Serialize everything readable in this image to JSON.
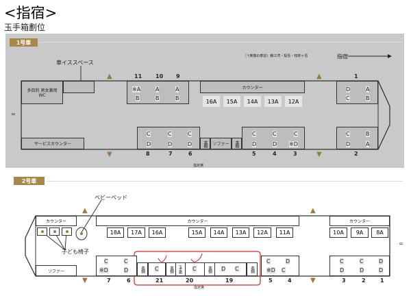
{
  "document": {
    "title": "<指宿>",
    "subtitle": "玉手箱劃位"
  },
  "car1": {
    "label": "1号車",
    "window_note": "（↑席側の車窓）錦江湾・桜島・知林ヶ島",
    "destination": "指宿",
    "wheelchair_space": "車イススペース",
    "wc": "多目的 男女兼用WC",
    "counter": "カウンター",
    "service_counter": "サービスカウンター",
    "sofa": "ソファー",
    "bookshelf": "本棚",
    "coupler": "=",
    "footer": "指定席",
    "top_numbers": [
      "11",
      "10",
      "9",
      "1"
    ],
    "top_seats": [
      "※A",
      "A",
      "A",
      "B",
      "B",
      "B",
      "D",
      "A",
      "C",
      "B"
    ],
    "counter_seats": [
      "16A",
      "15A",
      "14A",
      "13A",
      "12A"
    ],
    "bottom_seats": [
      "C",
      "C",
      "C",
      "D",
      "D",
      "D",
      "C",
      "C",
      "C",
      "D",
      "D",
      "※D",
      "C",
      "B",
      "D",
      "A"
    ],
    "bottom_numbers": [
      "8",
      "7",
      "6",
      "5",
      "4",
      "3",
      "2"
    ]
  },
  "car2": {
    "label": "2号車",
    "baby_bed": "ベビーベッド",
    "child_seat": "子ども椅子",
    "counter": "カウンター",
    "sofa": "ソファー",
    "bookshelf": "本棚",
    "tamatebako": "玉手箱",
    "coupler": "=",
    "footer": "指定席",
    "counter_seats": [
      "18A",
      "17A",
      "16A",
      "15A",
      "14A",
      "13A",
      "12A",
      "11A",
      "10A",
      "9A",
      "8A"
    ],
    "bottom_seats": [
      "C",
      "C",
      "※D",
      "D",
      "C",
      "C",
      "D",
      "C",
      "C",
      "D",
      "※D",
      "C",
      "C",
      "C",
      "D",
      "D",
      "D"
    ],
    "bottom_numbers": [
      "7",
      "6",
      "21",
      "20",
      "19",
      "5",
      "4",
      "3",
      "2",
      "1"
    ]
  },
  "colors": {
    "accent": "#a8874a",
    "annotation": "#e02020",
    "car1_bg": "#c9c9c9"
  }
}
